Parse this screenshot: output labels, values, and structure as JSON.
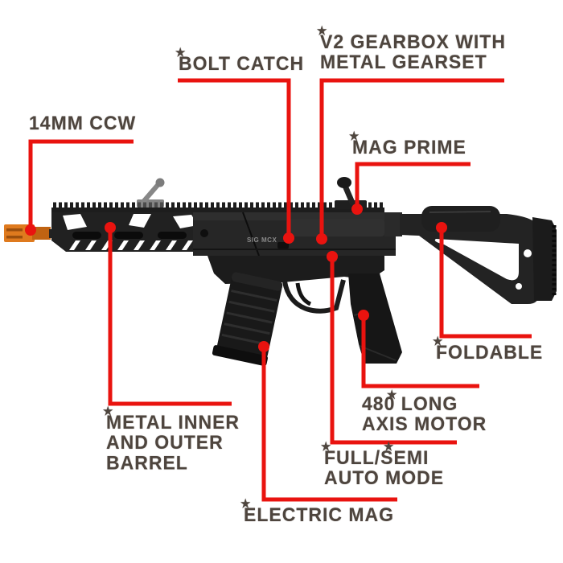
{
  "page": {
    "background": "#ffffff"
  },
  "colors": {
    "callout_red": "#e9130f",
    "label_text": "#4e453e",
    "muzzle_orange": "#df7a1e",
    "gun_black": "#1e1e1e"
  },
  "star_glyph": "★",
  "gun": {
    "receiver_marking": "SIG MCX"
  },
  "labels": {
    "ccw_14mm": {
      "lines": [
        "14MM CCW"
      ]
    },
    "bolt_catch": {
      "lines": [
        "BOLT CATCH"
      ]
    },
    "v2_gearbox": {
      "lines": [
        "V2 GEARBOX WITH",
        "METAL GEARSET"
      ]
    },
    "mag_prime": {
      "lines": [
        "MAG PRIME"
      ]
    },
    "foldable": {
      "lines": [
        "FOLDABLE"
      ]
    },
    "motor_480": {
      "lines": [
        "480 LONG",
        "AXIS MOTOR"
      ]
    },
    "metal_barrel": {
      "lines": [
        "METAL INNER",
        "AND OUTER",
        "BARREL"
      ]
    },
    "full_semi": {
      "lines": [
        "FULL/SEMI",
        "AUTO MODE"
      ]
    },
    "electric_mag": {
      "lines": [
        "ELECTRIC MAG"
      ]
    }
  }
}
